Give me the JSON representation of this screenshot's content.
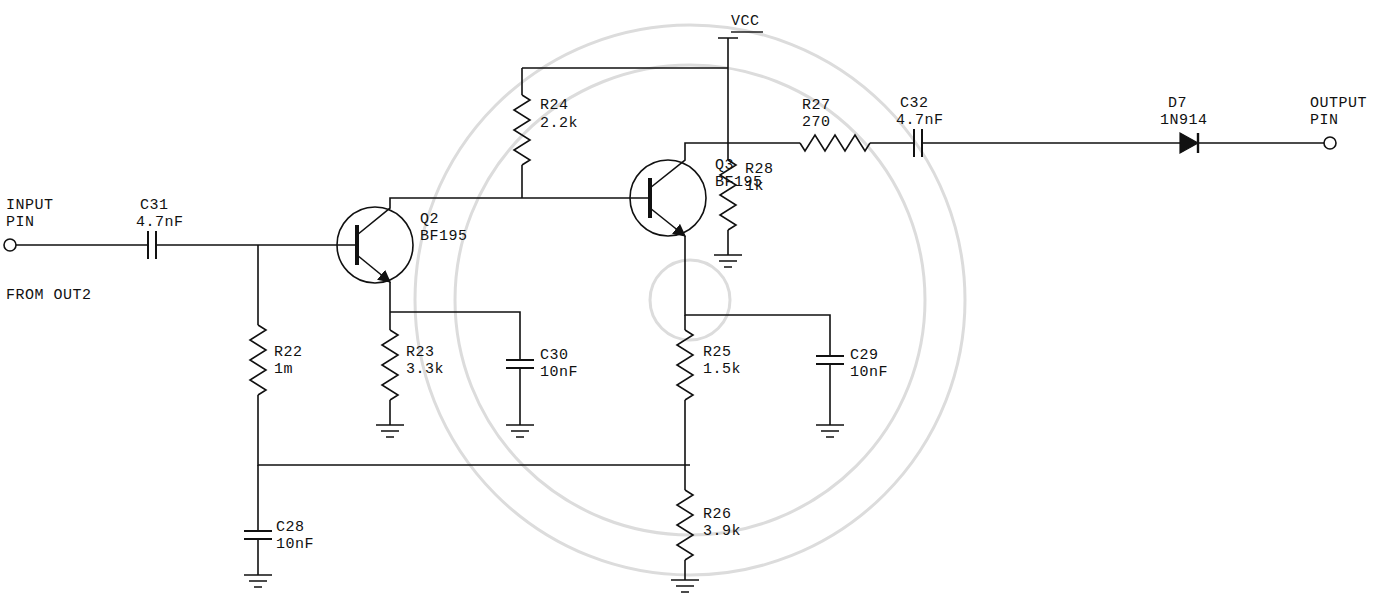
{
  "diagram": {
    "labels": [
      "VCC",
      "R24",
      "2.2k",
      "R27",
      "270",
      "C32",
      "4.7nF",
      "D7",
      "1N914",
      "OUTPUT PIN",
      "INPUT PIN",
      "C31",
      "4.7nF",
      "FROM OUT2",
      "Q2",
      "BF195",
      "Q3",
      "BF195",
      "R28",
      "1k",
      "R22",
      "1m",
      "R23",
      "3.3k",
      "C30",
      "10nF",
      "R25",
      "1.5k",
      "C29",
      "10nF",
      "C28",
      "10nF",
      "R26",
      "3.9k"
    ]
  }
}
